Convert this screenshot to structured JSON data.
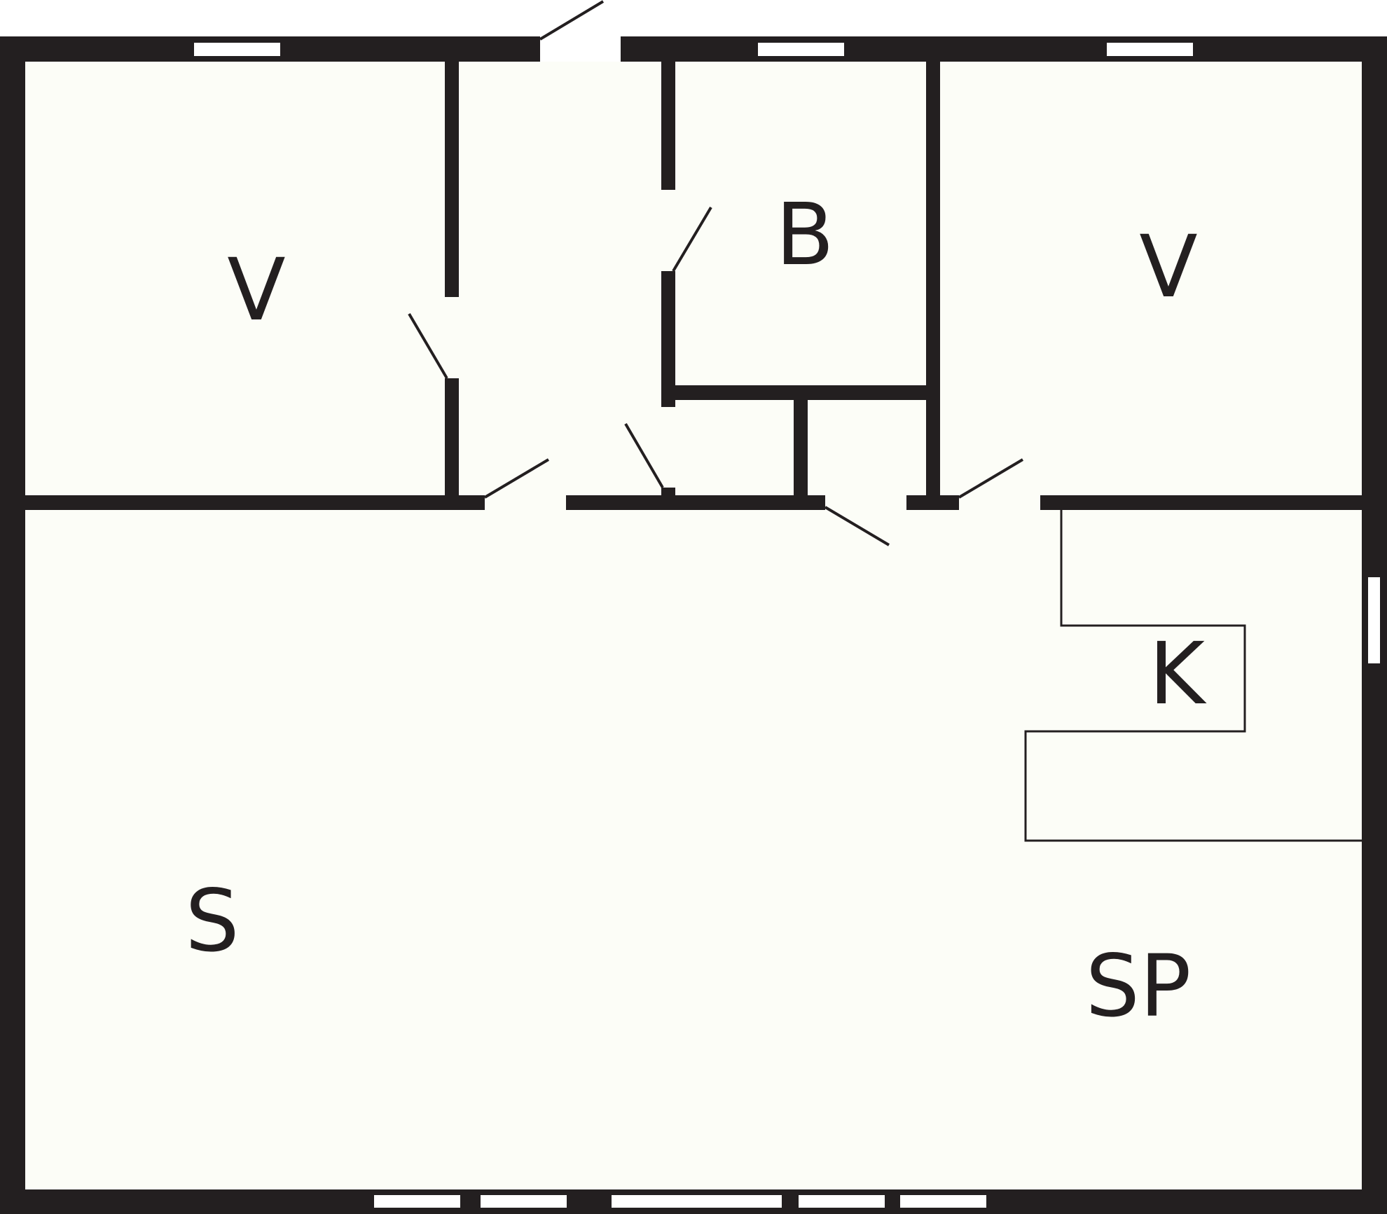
{
  "plan": {
    "rooms": {
      "bedroom_left": "V",
      "bathroom": "B",
      "bedroom_right": "V",
      "living": "S",
      "kitchen": "K",
      "dining": "SP"
    },
    "colors": {
      "wall": "#231f20",
      "floor": "#fcfdf7",
      "window": "#ffffff",
      "line": "#231f20"
    }
  }
}
